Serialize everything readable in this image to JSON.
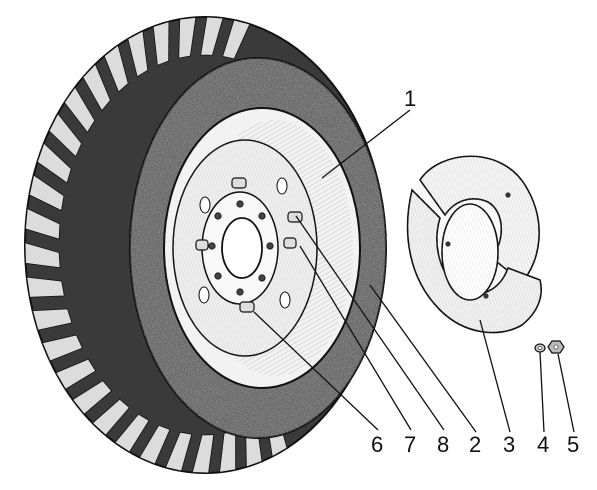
{
  "figure": {
    "callouts": [
      {
        "id": "1",
        "label": "1"
      },
      {
        "id": "2",
        "label": "2"
      },
      {
        "id": "3",
        "label": "3"
      },
      {
        "id": "4",
        "label": "4"
      },
      {
        "id": "5",
        "label": "5"
      },
      {
        "id": "6",
        "label": "6"
      },
      {
        "id": "7",
        "label": "7"
      },
      {
        "id": "8",
        "label": "8"
      }
    ],
    "colors": {
      "ink": "#111111",
      "rubber_dark": "#2e2e2e",
      "rubber_mid": "#6a6a6a",
      "rim_light": "#eeeeee",
      "paper": "#ffffff"
    }
  }
}
